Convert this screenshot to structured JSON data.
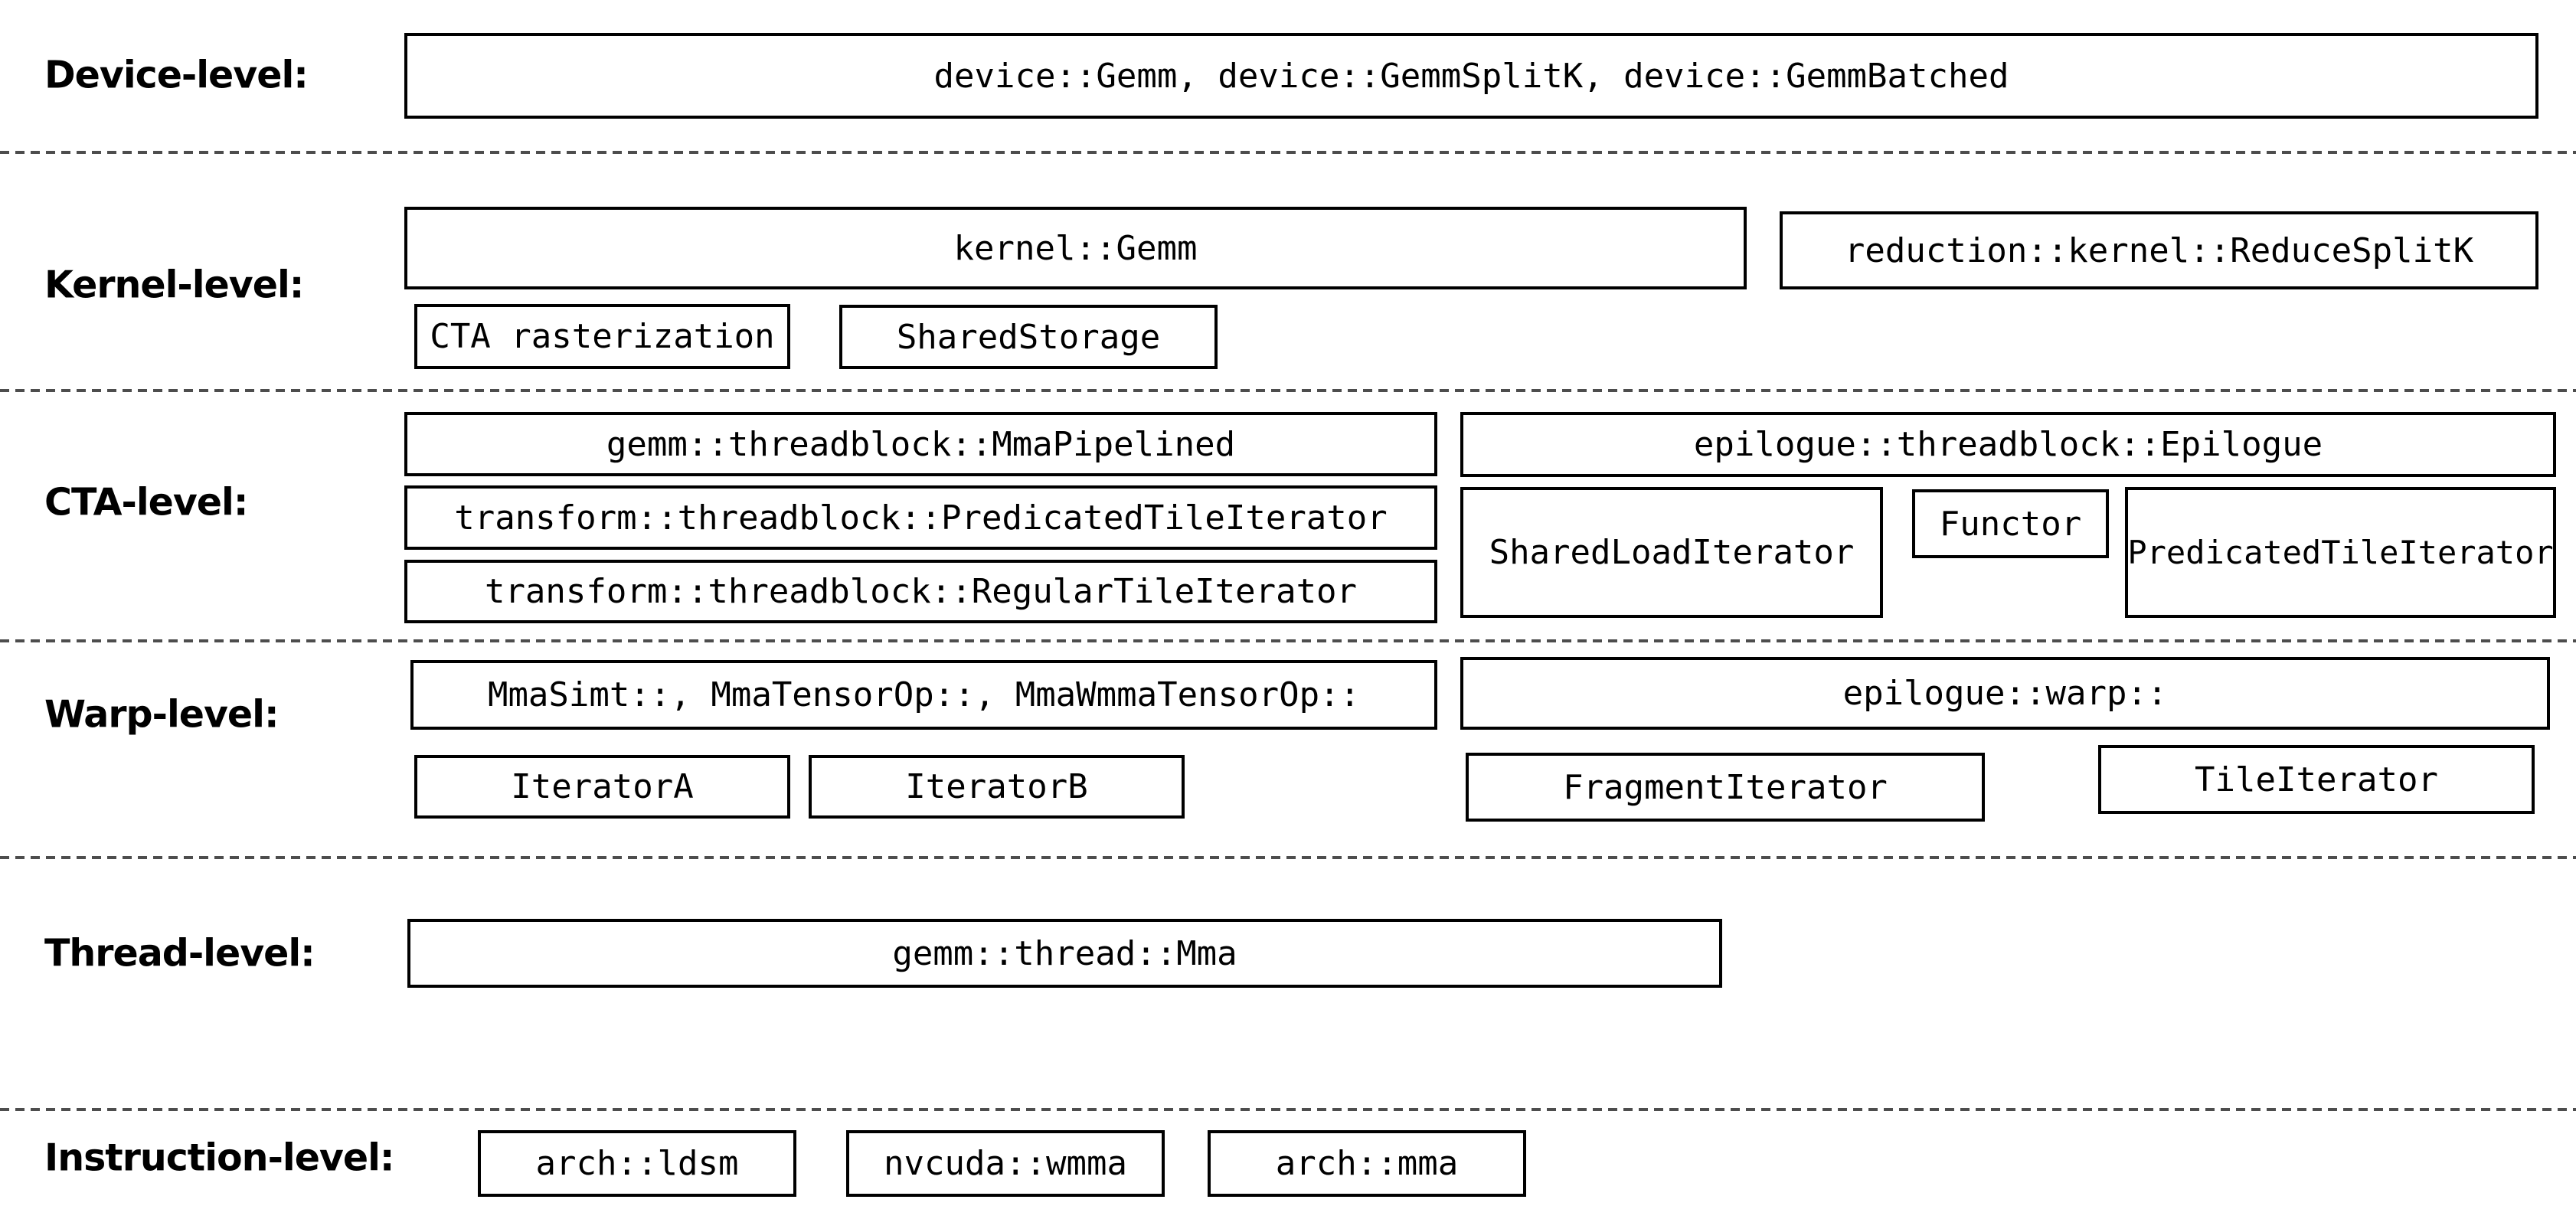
{
  "diagram": {
    "title": "CUTLASS GEMM component hierarchy",
    "colors": {
      "background": "#ffffff",
      "box_border": "#000000",
      "text": "#000000",
      "separator": "#4d4d4d"
    },
    "levels": [
      {
        "label": "Device-level:",
        "boxes": [
          {
            "id": "device-gemm",
            "text": "device::Gemm, device::GemmSplitK, device::GemmBatched"
          }
        ]
      },
      {
        "label": "Kernel-level:",
        "boxes": [
          {
            "id": "kernel-gemm",
            "text": "kernel::Gemm"
          },
          {
            "id": "reduce-splitk",
            "text": "reduction::kernel::ReduceSplitK"
          },
          {
            "id": "cta-rasterization",
            "text": "CTA rasterization"
          },
          {
            "id": "shared-storage",
            "text": "SharedStorage"
          }
        ]
      },
      {
        "label": "CTA-level:",
        "boxes": [
          {
            "id": "mma-pipelined",
            "text": "gemm::threadblock::MmaPipelined"
          },
          {
            "id": "epilogue-threadblock",
            "text": "epilogue::threadblock::Epilogue"
          },
          {
            "id": "transform-predicated-tile-iterator",
            "text": "transform::threadblock::PredicatedTileIterator"
          },
          {
            "id": "shared-load-iterator",
            "text": "SharedLoadIterator"
          },
          {
            "id": "functor",
            "text": "Functor"
          },
          {
            "id": "predicated-tile-iterator",
            "text": "PredicatedTileIterator"
          },
          {
            "id": "transform-regular-tile-iterator",
            "text": "transform::threadblock::RegularTileIterator"
          }
        ]
      },
      {
        "label": "Warp-level:",
        "boxes": [
          {
            "id": "mma-warp",
            "text": "MmaSimt::, MmaTensorOp::, MmaWmmaTensorOp::"
          },
          {
            "id": "epilogue-warp",
            "text": "epilogue::warp::"
          },
          {
            "id": "iterator-a",
            "text": "IteratorA"
          },
          {
            "id": "iterator-b",
            "text": "IteratorB"
          },
          {
            "id": "fragment-iterator",
            "text": "FragmentIterator"
          },
          {
            "id": "tile-iterator",
            "text": "TileIterator"
          }
        ]
      },
      {
        "label": "Thread-level:",
        "boxes": [
          {
            "id": "gemm-thread-mma",
            "text": "gemm::thread::Mma"
          }
        ]
      },
      {
        "label": "Instruction-level:",
        "boxes": [
          {
            "id": "arch-ldsm",
            "text": "arch::ldsm"
          },
          {
            "id": "nvcuda-wmma",
            "text": "nvcuda::wmma"
          },
          {
            "id": "arch-mma",
            "text": "arch::mma"
          }
        ]
      }
    ]
  }
}
